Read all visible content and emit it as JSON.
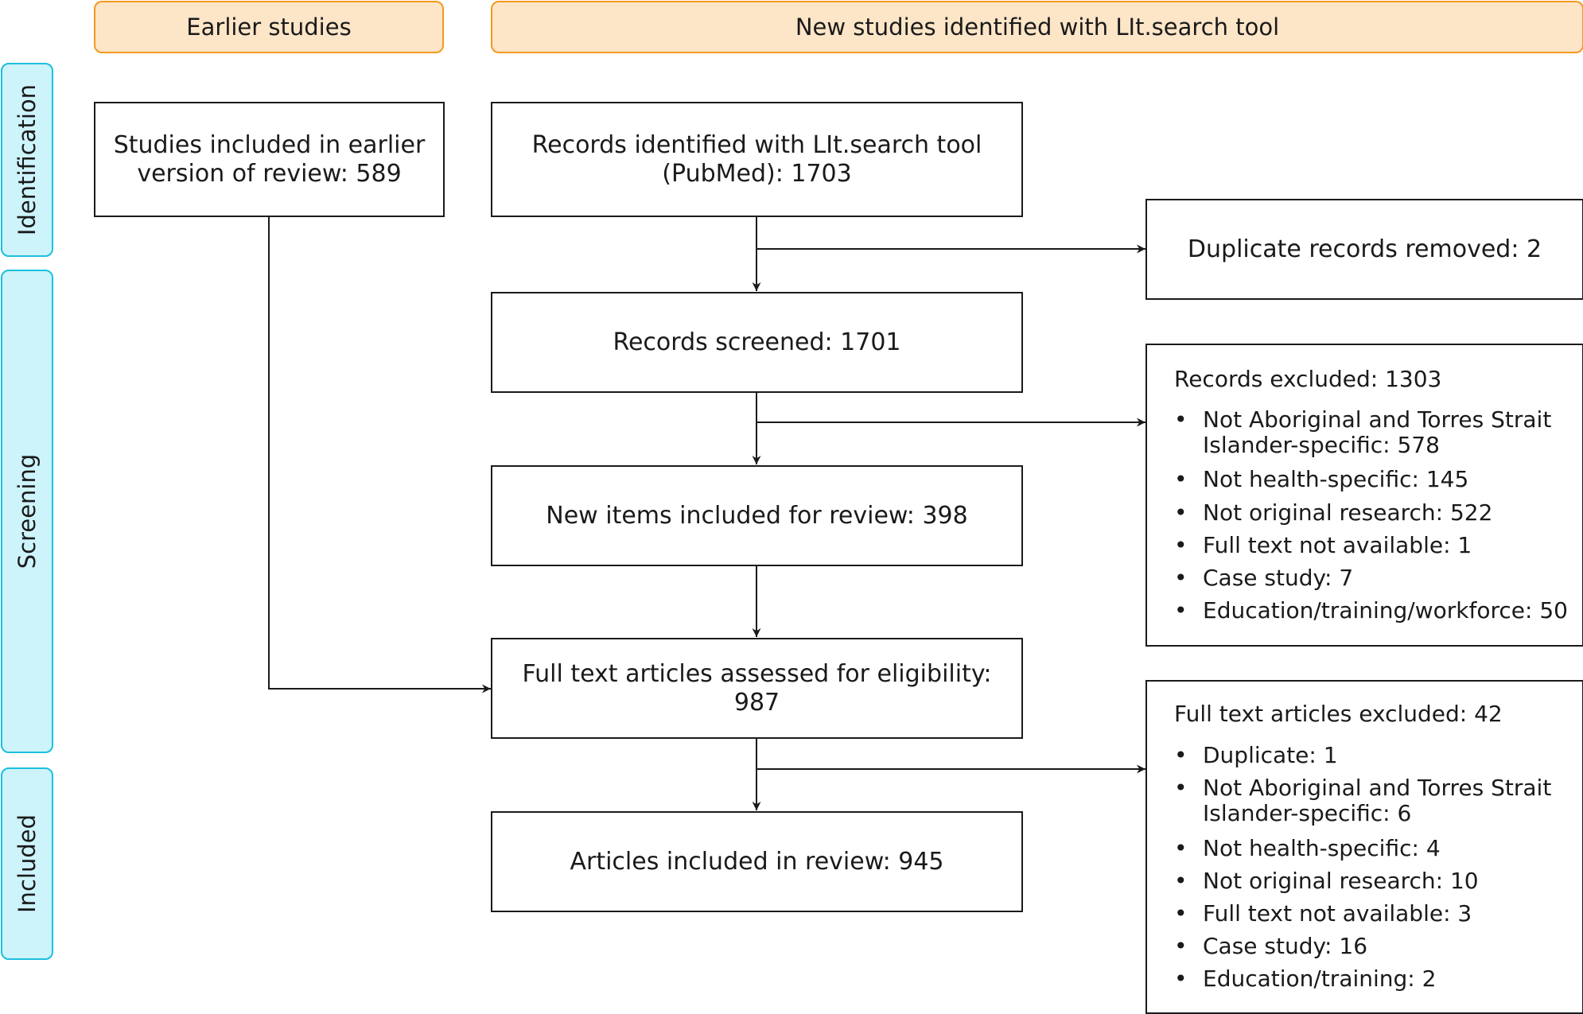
{
  "headers": {
    "earlier": "Earlier studies",
    "new": "New studies identified with LIt.search tool"
  },
  "phases": {
    "identification": "Identification",
    "screening": "Screening",
    "included": "Included"
  },
  "boxes": {
    "earlier_included": "Studies included in earlier version of review: 589",
    "records_identified": "Records identified with LIt.search tool (PubMed): 1703",
    "duplicates_removed": "Duplicate records removed: 2",
    "records_screened": "Records screened:  1701",
    "new_items": "New items included for review: 398",
    "full_text_assessed": "Full text articles assessed for eligibility: 987",
    "articles_included": "Articles included in review: 945"
  },
  "records_excluded": {
    "title": "Records excluded: 1303",
    "items": [
      "Not Aboriginal and Torres Strait Islander-specific: 578",
      "Not health-specific: 145",
      "Not original research: 522",
      "Full text not available: 1",
      "Case study: 7",
      "Education/training/workforce: 50"
    ]
  },
  "full_text_excluded": {
    "title": "Full text articles excluded: 42",
    "items": [
      "Duplicate: 1",
      "Not Aboriginal and Torres Strait Islander-specific: 6",
      "Not health-specific: 4",
      "Not original research: 10",
      "Full text not available: 3",
      "Case study: 16",
      "Education/training: 2"
    ]
  },
  "colors": {
    "header_fill": "#fde5c8",
    "header_border": "#f29a1f",
    "phase_fill": "#cdf3fb",
    "phase_border": "#1cc0e0",
    "line": "#1a1a1a"
  }
}
